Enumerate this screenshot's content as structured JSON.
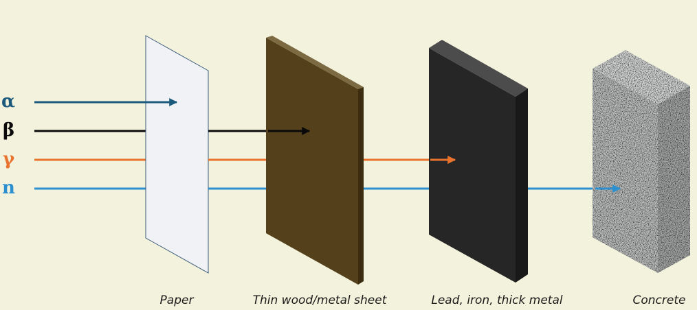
{
  "rays": [
    {
      "symbol": "α",
      "color": "#1c5a7d"
    },
    {
      "symbol": "β",
      "color": "#0a0a0a"
    },
    {
      "symbol": "γ",
      "color": "#e8732e"
    },
    {
      "symbol": "n",
      "color": "#2b8fd0"
    }
  ],
  "barriers": [
    {
      "label": "Paper",
      "icon": "paper-sheet"
    },
    {
      "label": "Thin wood/metal sheet",
      "icon": "wood-panel"
    },
    {
      "label": "Lead, iron, thick metal",
      "icon": "lead-block"
    },
    {
      "label": "Concrete",
      "icon": "concrete-block"
    }
  ],
  "colors": {
    "background": "#f3f2dc",
    "paper": "#f0f2f5",
    "wood": "#54401a",
    "lead": "#262626",
    "concrete": "#b9bbbb"
  }
}
